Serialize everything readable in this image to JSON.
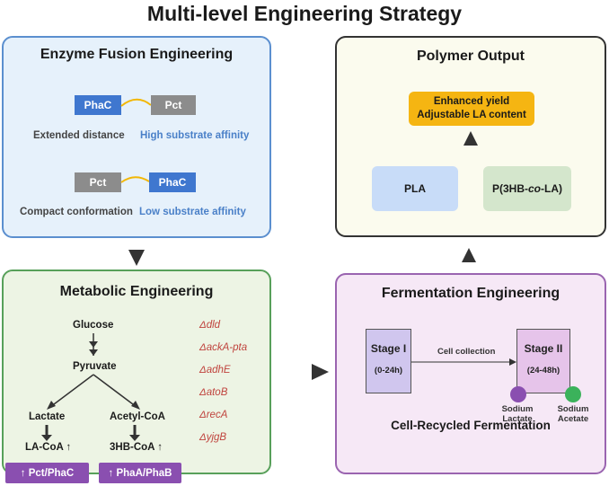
{
  "title": "Multi-level Engineering Strategy",
  "enzyme": {
    "title": "Enzyme Fusion Engineering",
    "row1": {
      "left": "PhaC",
      "right": "Pct",
      "label_left": "Extended distance",
      "label_right": "High substrate affinity"
    },
    "row2": {
      "left": "Pct",
      "right": "PhaC",
      "label_left": "Compact conformation",
      "label_right": "Low substrate affinity"
    }
  },
  "metabolic": {
    "title": "Metabolic Engineering",
    "glucose": "Glucose",
    "pyruvate": "Pyruvate",
    "lactate": "Lactate",
    "acetyl_coa": "Acetyl-CoA",
    "la_coa": "LA-CoA ↑",
    "hb_coa": "3HB-CoA ↑",
    "deletions": [
      "Δdld",
      "ΔackA-pta",
      "ΔadhE",
      "ΔatoB",
      "ΔrecA",
      "ΔyjgB"
    ],
    "tag1": "↑ Pct/PhaC",
    "tag2": "↑ PhaA/PhaB"
  },
  "fermentation": {
    "title": "Fermentation Engineering",
    "stage1": "Stage I",
    "stage1_time": "(0-24h)",
    "stage2": "Stage II",
    "stage2_time": "(24-48h)",
    "arrow_label": "Cell collection",
    "sodium_lactate": "Sodium Lactate",
    "sodium_acetate": "Sodium Acetate",
    "footer": "Cell-Recycled Fermentation"
  },
  "polymer": {
    "title": "Polymer Output",
    "yield_line1": "Enhanced yield",
    "yield_line2": "Adjustable LA content",
    "pla": "PLA",
    "p3hb_pre": "P(3HB-",
    "p3hb_co": "co",
    "p3hb_post": "-LA)"
  },
  "colors": {
    "blue": "#3f77cf",
    "grey": "#8c8c8c",
    "purple": "#8a4fb0",
    "orange": "#f5b512",
    "lactate_dot": "#8a4fb0",
    "acetate_dot": "#3bb25b"
  }
}
